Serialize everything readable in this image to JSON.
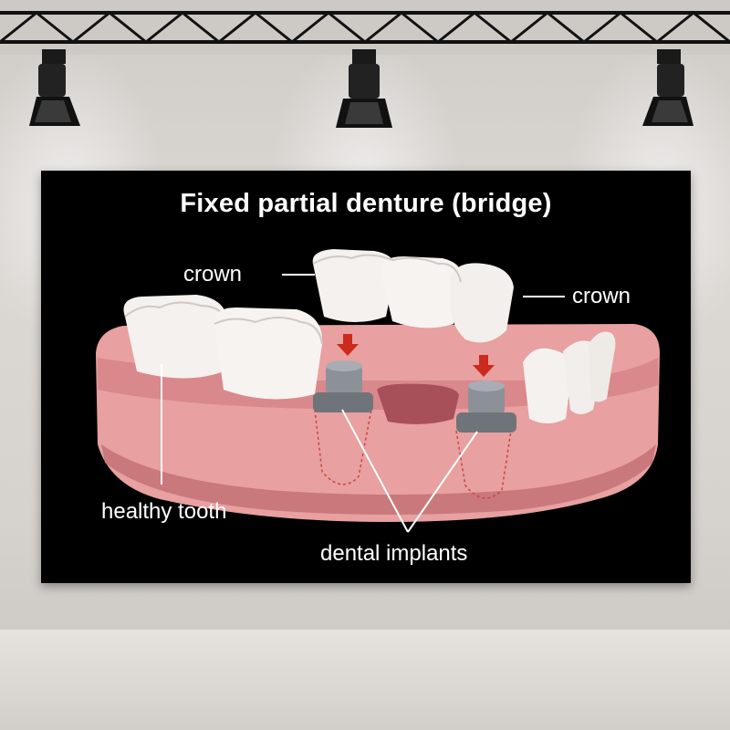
{
  "poster": {
    "title": "Fixed partial denture (bridge)",
    "labels": {
      "crown_left": "crown",
      "crown_right": "crown",
      "healthy_tooth": "healthy tooth",
      "dental_implants": "dental implants"
    }
  },
  "colors": {
    "poster_background": "#000000",
    "gum": "#e8a0a0",
    "gum_shadow": "#c9787c",
    "tooth": "#f4f1ee",
    "implant": "#7d8288",
    "arrow": "#cc2a1c",
    "label_text": "#ffffff"
  },
  "icons": [
    "spotlight-icon",
    "spotlight-icon",
    "spotlight-icon",
    "down-arrow-icon",
    "down-arrow-icon"
  ]
}
